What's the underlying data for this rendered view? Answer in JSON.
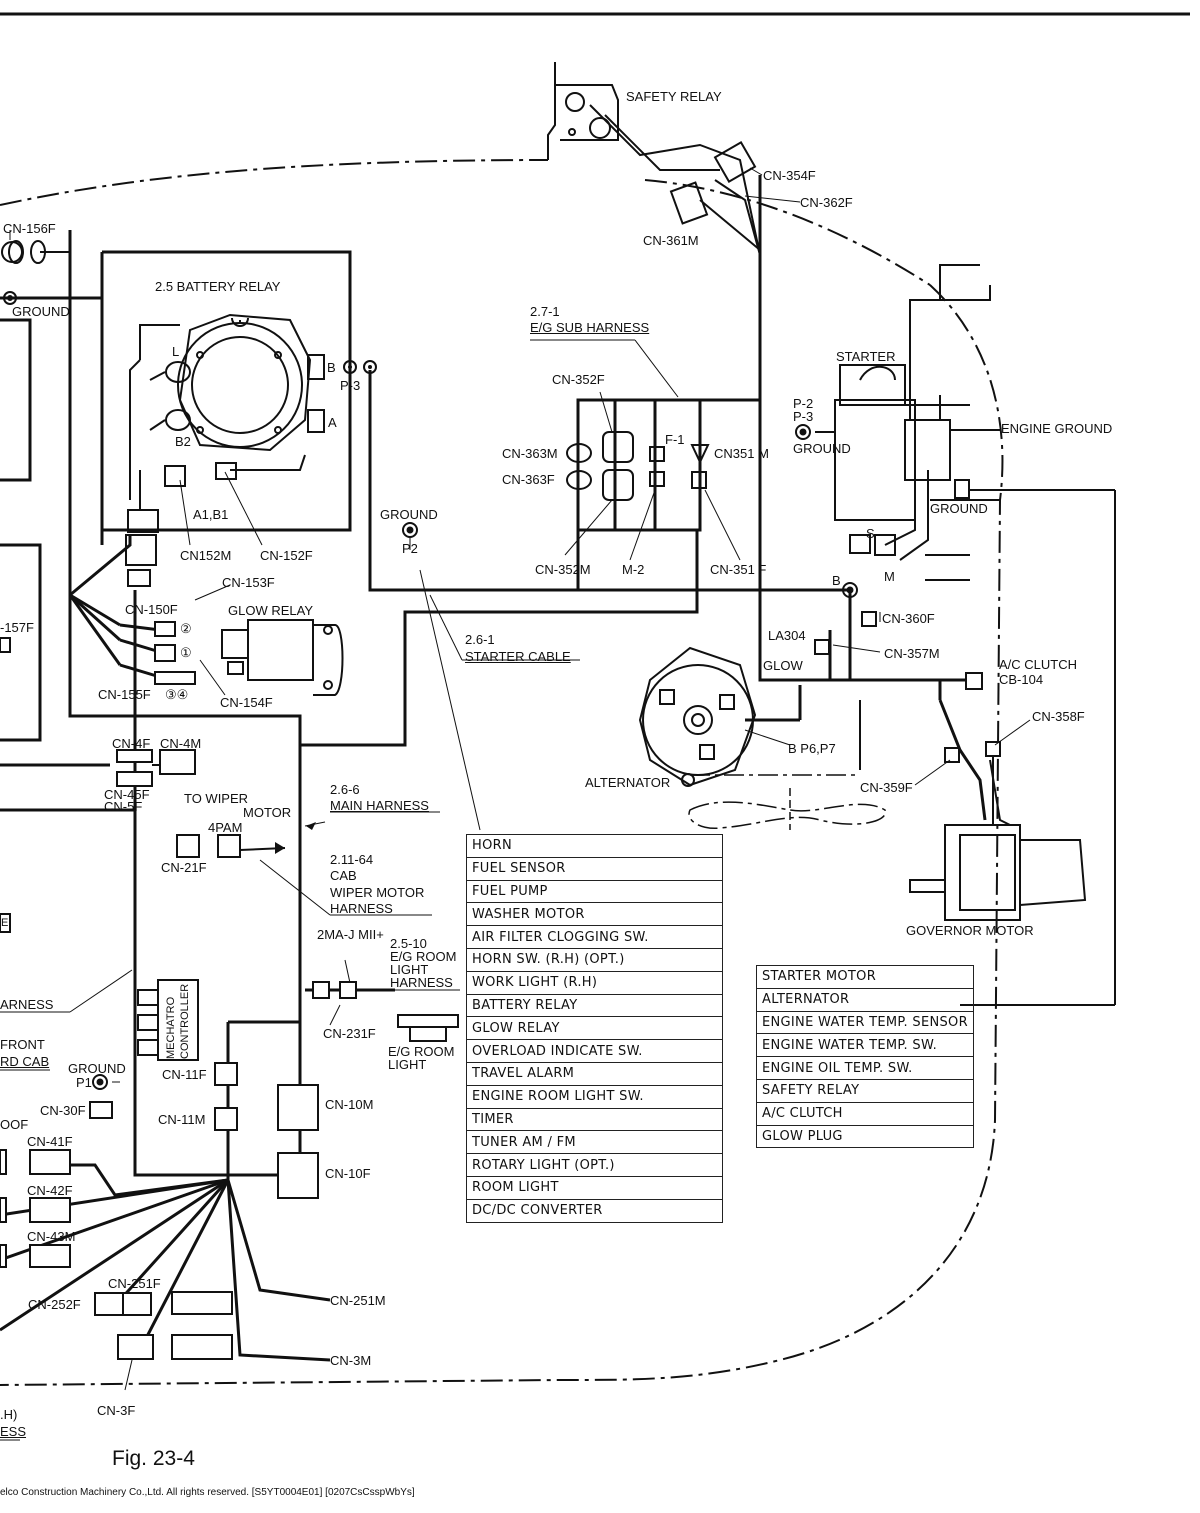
{
  "labels": {
    "safety_relay": "SAFETY RELAY",
    "cn354f": "CN-354F",
    "cn362f": "CN-362F",
    "cn361m": "CN-361M",
    "cn156f": "CN-156F",
    "ground_tl": "GROUND",
    "battery_relay": "2.5  BATTERY RELAY",
    "b_term": "B",
    "p3": "P-3",
    "a_term": "A",
    "l_term": "L",
    "b2_term": "B2",
    "a1b1": "A1,B1",
    "cn152m": "CN152M",
    "cn152f": "CN-152F",
    "cn153f": "CN-153F",
    "cn150f": "CN-150F",
    "glow_relay": "GLOW RELAY",
    "cn157f": "-157F",
    "cn155f": "CN-155F",
    "circle34": "③④",
    "circle2": "②",
    "circle1": "①",
    "cn154f": "CN-154F",
    "sub_harness_no": "2.7-1",
    "sub_harness": "E/G SUB HARNESS",
    "cn352f": "CN-352F",
    "cn363m": "CN-363M",
    "cn363f": "CN-363F",
    "f1": "F-1",
    "cn351m": "CN351  M",
    "cn352m": "CN-352M",
    "m2": "M-2",
    "cn351f": "CN-351  F",
    "ground_p2": "GROUND",
    "p2": "P2",
    "starter_cable_no": "2.6-1",
    "starter_cable": "STARTER CABLE",
    "p2_p3_a": "P-2",
    "p2_p3_b": "P-3",
    "ground_mid": "GROUND",
    "starter": "STARTER",
    "engine_ground": "ENGINE GROUND",
    "ground_r": "GROUND",
    "s_term": "S",
    "m_term": "M",
    "b_term2": "B",
    "cn360f": "CN-360F",
    "la304": "LA304",
    "glow": "GLOW",
    "cn357m": "CN-357M",
    "ac_clutch": "A/C CLUTCH",
    "cb104": "CB-104",
    "cn358f": "CN-358F",
    "b_p6p7": "B  P6,P7",
    "alternator": "ALTERNATOR",
    "cn359f": "CN-359F",
    "governor_motor": "GOVERNOR MOTOR",
    "cn4f": "CN-4F",
    "cn4m": "CN-4M",
    "cn45f": "CN-45F",
    "cn5f": "CN-5F",
    "to_wiper": "TO WIPER",
    "motor": "MOTOR",
    "pam": "4PAM",
    "cn21f": "CN-21F",
    "main_harness_no": "2.6-6",
    "main_harness": "MAIN HARNESS",
    "cab_harness_no": "2.11-64",
    "cab_harness_1": "CAB",
    "cab_harness_2": "WIPER MOTOR",
    "cab_harness_3": "HARNESS",
    "e_box": "E",
    "arness": "ARNESS",
    "mechatro_1": "MECHATRO",
    "mechatro_2": "CONTROLLER",
    "twoma": "2MA-J MII+",
    "room_light_no": "2.5-10",
    "room_light_h1": "E/G ROOM",
    "room_light_h2": "LIGHT",
    "room_light_h3": "HARNESS",
    "cn231f": "CN-231F",
    "eg_room_light_1": "E/G ROOM",
    "eg_room_light_2": "LIGHT",
    "front": "FRONT",
    "rd_cab": "RD CAB",
    "ground_p1": "GROUND",
    "p1": "P1",
    "cn11f": "CN-11F",
    "cn11m": "CN-11M",
    "cn30f": "CN-30F",
    "oof": "OOF",
    "cn10m": "CN-10M",
    "cn10f": "CN-10F",
    "cn41f": "CN-41F",
    "cn42f": "CN-42F",
    "cn43m": "CN-43M",
    "cn251f": "CN-251F",
    "cn252f": "CN-252F",
    "cn251m": "CN-251M",
    "cn3m": "CN-3M",
    "cn3f": "CN-3F",
    "lh": ".H)",
    "ess": "ESS"
  },
  "table_left": [
    "HORN",
    "FUEL SENSOR",
    "FUEL PUMP",
    "WASHER MOTOR",
    "AIR FILTER CLOGGING SW.",
    "HORN SW. (R.H) (OPT.)",
    "WORK LIGHT (R.H)",
    "BATTERY RELAY",
    "GLOW RELAY",
    "OVERLOAD INDICATE SW.",
    "TRAVEL ALARM",
    "ENGINE ROOM LIGHT SW.",
    "TIMER",
    "TUNER  AM / FM",
    "ROTARY LIGHT (OPT.)",
    "ROOM LIGHT",
    "DC/DC CONVERTER"
  ],
  "table_right": [
    "STARTER MOTOR",
    "ALTERNATOR",
    "ENGINE WATER TEMP. SENSOR",
    "ENGINE WATER TEMP. SW.",
    "ENGINE OIL TEMP. SW.",
    "SAFETY RELAY",
    "A/C CLUTCH",
    "GLOW PLUG"
  ],
  "figure_caption": "Fig. 23-4",
  "copyright": "elco Construction Machinery Co.,Ltd. All rights reserved. [S5YT0004E01] [0207CsCsspWbYs]"
}
